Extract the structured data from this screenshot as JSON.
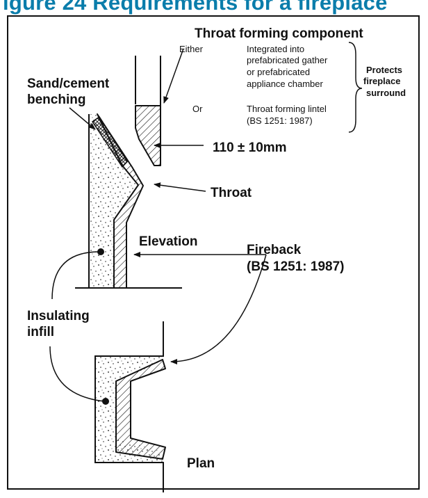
{
  "header_text": "igure 24 Requirements for a fireplace",
  "labels": {
    "throat_forming_component": "Throat forming component",
    "either": "Either",
    "option1_line1": "Integrated into",
    "option1_line2": "prefabricated gather",
    "option1_line3": "or prefabricated",
    "option1_line4": "appliance chamber",
    "or": "Or",
    "option2_line1": "Throat forming lintel",
    "option2_line2": "(BS 1251: 1987)",
    "protects_line1": "Protects",
    "protects_line2": "fireplace",
    "protects_line3": "surround",
    "sand_cement_line1": "Sand/cement",
    "sand_cement_line2": "benching",
    "dimension": "110 ± 10mm",
    "throat": "Throat",
    "elevation": "Elevation",
    "fireback_line1": "Fireback",
    "fireback_line2": "(BS 1251: 1987)",
    "insulating_line1": "Insulating",
    "insulating_line2": "infill",
    "plan": "Plan"
  },
  "colors": {
    "header": "#0a7dab",
    "ink": "#111111"
  }
}
